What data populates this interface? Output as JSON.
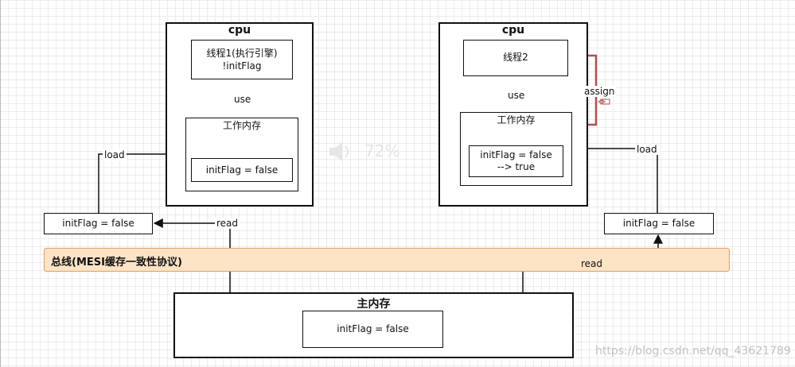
{
  "left_cpu": {
    "title": "cpu",
    "thread_line1": "线程1(执行引擎)",
    "thread_line2": "!initFlag",
    "use_label": "use",
    "working_memory_title": "工作内存",
    "working_var": "initFlag = false",
    "load_label": "load",
    "read_label": "read",
    "bus_var": "initFlag = false"
  },
  "right_cpu": {
    "title": "cpu",
    "thread": "线程2",
    "use_label": "use",
    "assign_label": "assign",
    "working_memory_title": "工作内存",
    "working_var_line1": "initFlag = false",
    "working_var_line2": "--> true",
    "load_label": "load",
    "read_label": "read",
    "bus_var": "initFlag = false"
  },
  "bus": {
    "label": "总线(MESI缓存一致性协议)"
  },
  "main_memory": {
    "title": "主内存",
    "var": "initFlag = false"
  },
  "watermark": {
    "percent": "72%",
    "url": "https://blog.csdn.net/qq_43621789"
  },
  "colors": {
    "bus_fill": "#fde3c6",
    "bus_border": "#d9a16a",
    "assign_arrow": "#b05050",
    "line": "#111111"
  }
}
